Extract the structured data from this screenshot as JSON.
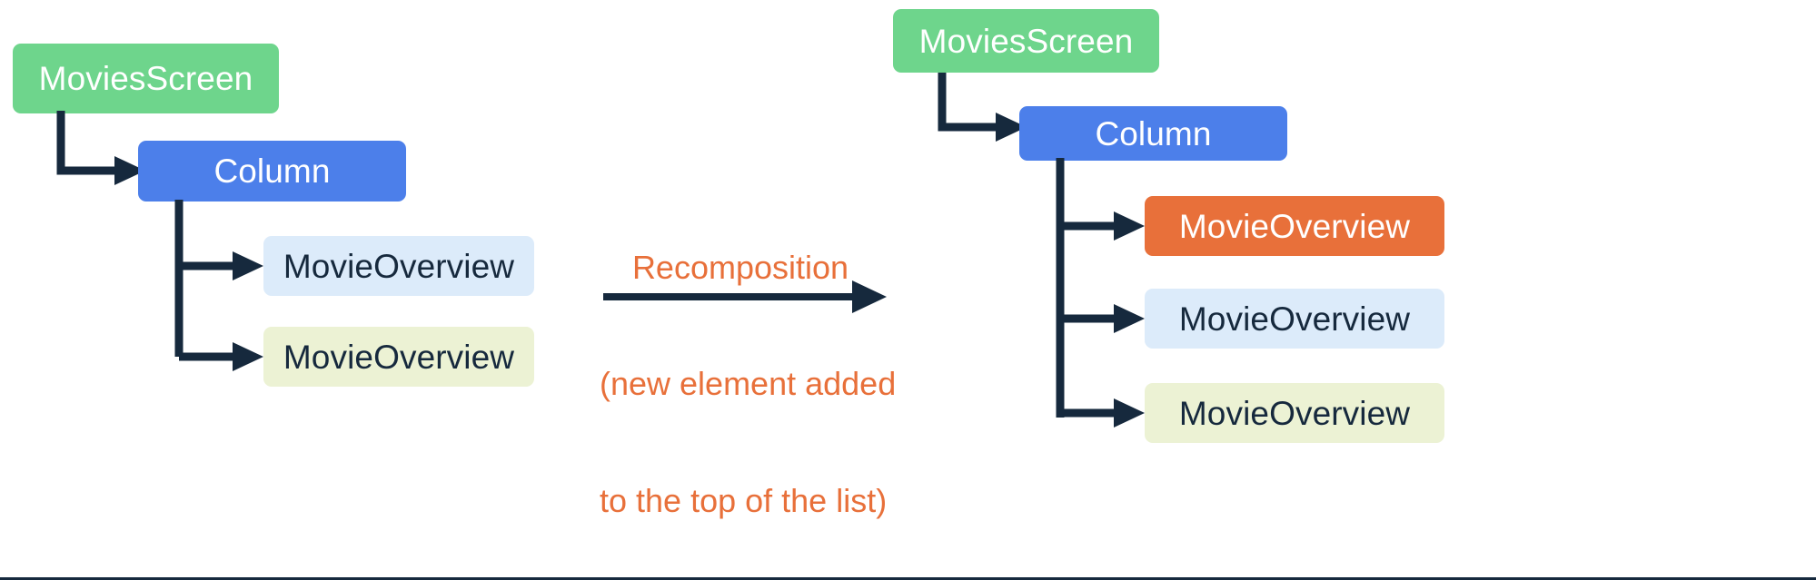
{
  "diagram": {
    "title_color": "#e8703a",
    "connector_color": "#16293d",
    "left_tree": {
      "root": {
        "label": "MoviesScreen",
        "color": "#6ed58c"
      },
      "column": {
        "label": "Column",
        "color": "#4c7fea"
      },
      "children": [
        {
          "label": "MovieOverview",
          "color": "#dcebfa",
          "state": "recomposed"
        },
        {
          "label": "MovieOverview",
          "color": "#ecf2d4",
          "state": "skipped"
        }
      ]
    },
    "transition": {
      "caption_line1": "Recomposition",
      "caption_line2": "(new element added",
      "caption_line3": "to the top of the list)",
      "arrow": "right-arrow"
    },
    "right_tree": {
      "root": {
        "label": "MoviesScreen",
        "color": "#6ed58c"
      },
      "column": {
        "label": "Column",
        "color": "#4c7fea"
      },
      "children": [
        {
          "label": "MovieOverview",
          "color": "#e8703a",
          "state": "new"
        },
        {
          "label": "MovieOverview",
          "color": "#dcebfa",
          "state": "recomposed"
        },
        {
          "label": "MovieOverview",
          "color": "#ecf2d4",
          "state": "skipped"
        }
      ]
    }
  }
}
